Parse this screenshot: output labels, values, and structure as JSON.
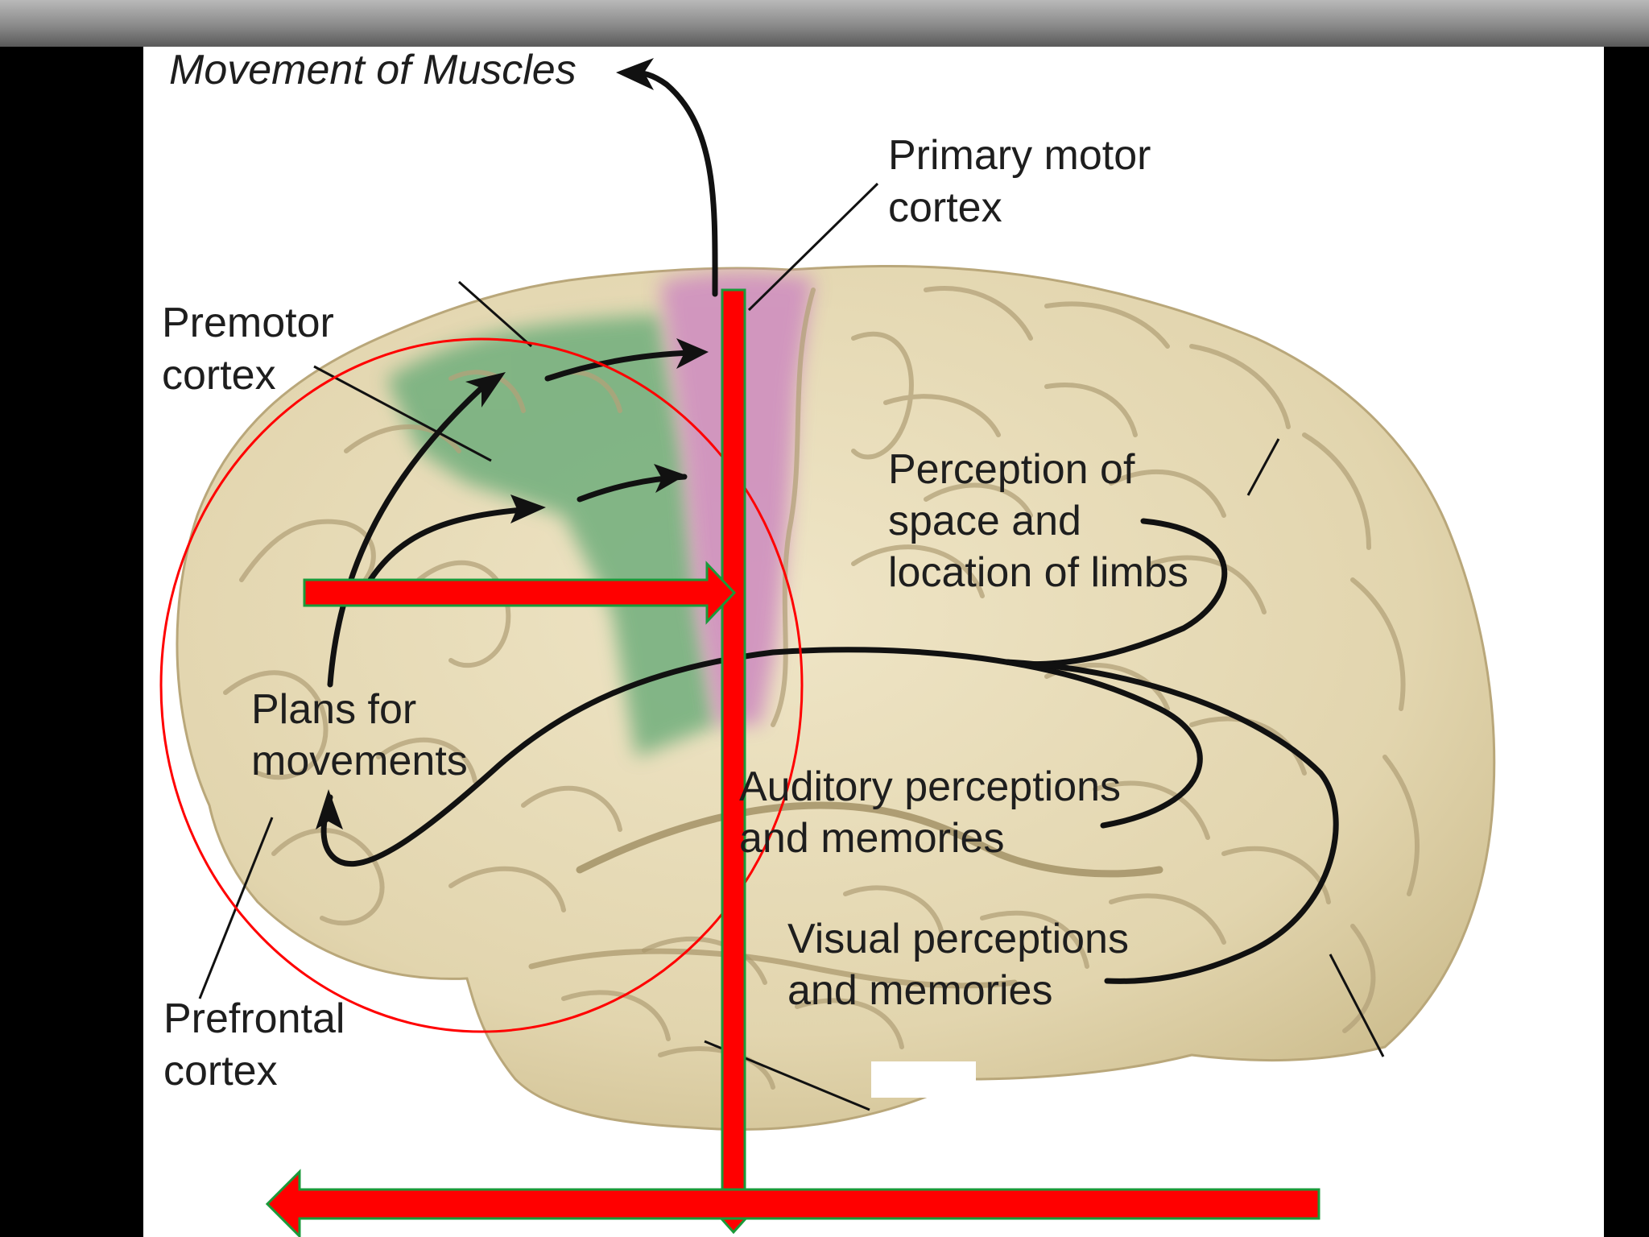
{
  "diagram": {
    "title": "Movement of Muscles",
    "labels": {
      "primary_motor": [
        "Primary motor",
        "cortex"
      ],
      "premotor": [
        "Premotor",
        "cortex"
      ],
      "perception_space": [
        "Perception of",
        "space and",
        "location of limbs"
      ],
      "plans": [
        "Plans for",
        "movements"
      ],
      "auditory": [
        "Auditory perceptions",
        "and memories"
      ],
      "visual": [
        "Visual perceptions",
        "and memories"
      ],
      "prefrontal": [
        "Prefrontal",
        "cortex"
      ]
    },
    "colors": {
      "brain": "#e4d8b4",
      "brain_fold": "#b5a57c",
      "premotor_area": "#6fae7c",
      "motor_area": "#cf8fbf",
      "annotation_red": "#ff0000",
      "annotation_outline": "#1a9a3a",
      "pathway_arrow": "#111111"
    }
  }
}
